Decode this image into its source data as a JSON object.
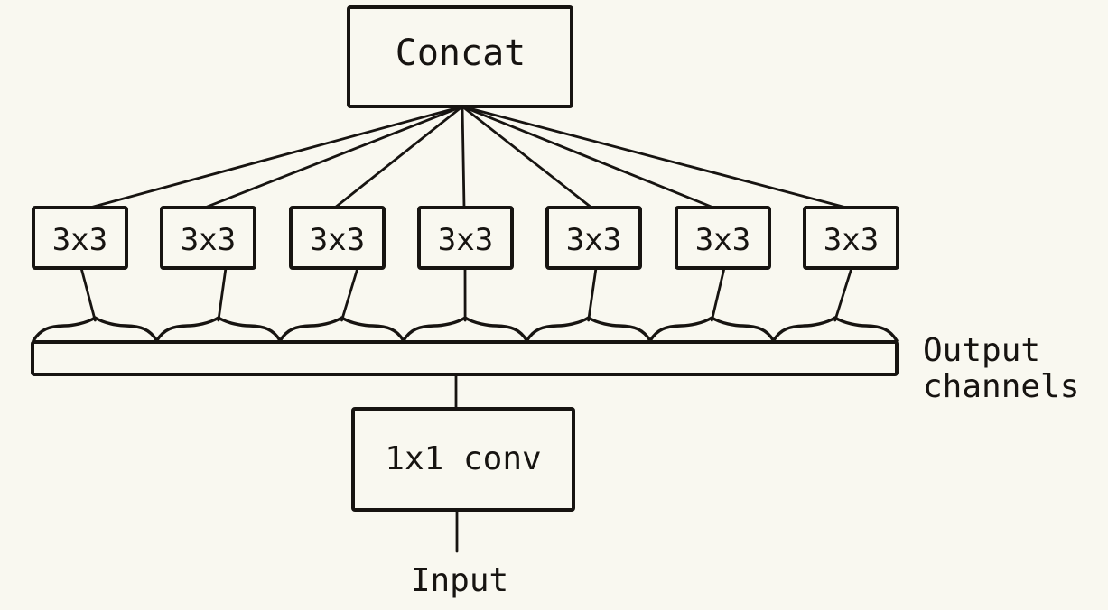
{
  "nodes": {
    "concat": {
      "label": "Concat"
    },
    "conv_branches": [
      {
        "label": "3x3"
      },
      {
        "label": "3x3"
      },
      {
        "label": "3x3"
      },
      {
        "label": "3x3"
      },
      {
        "label": "3x3"
      },
      {
        "label": "3x3"
      },
      {
        "label": "3x3"
      }
    ],
    "output_bar": {
      "caption_lines": [
        "Output",
        "channels"
      ]
    },
    "conv1x1": {
      "label": "1x1 conv"
    },
    "input": {
      "label": "Input"
    }
  },
  "colors": {
    "background": "#f9f8f0",
    "stroke": "#171411",
    "text": "#171411"
  }
}
